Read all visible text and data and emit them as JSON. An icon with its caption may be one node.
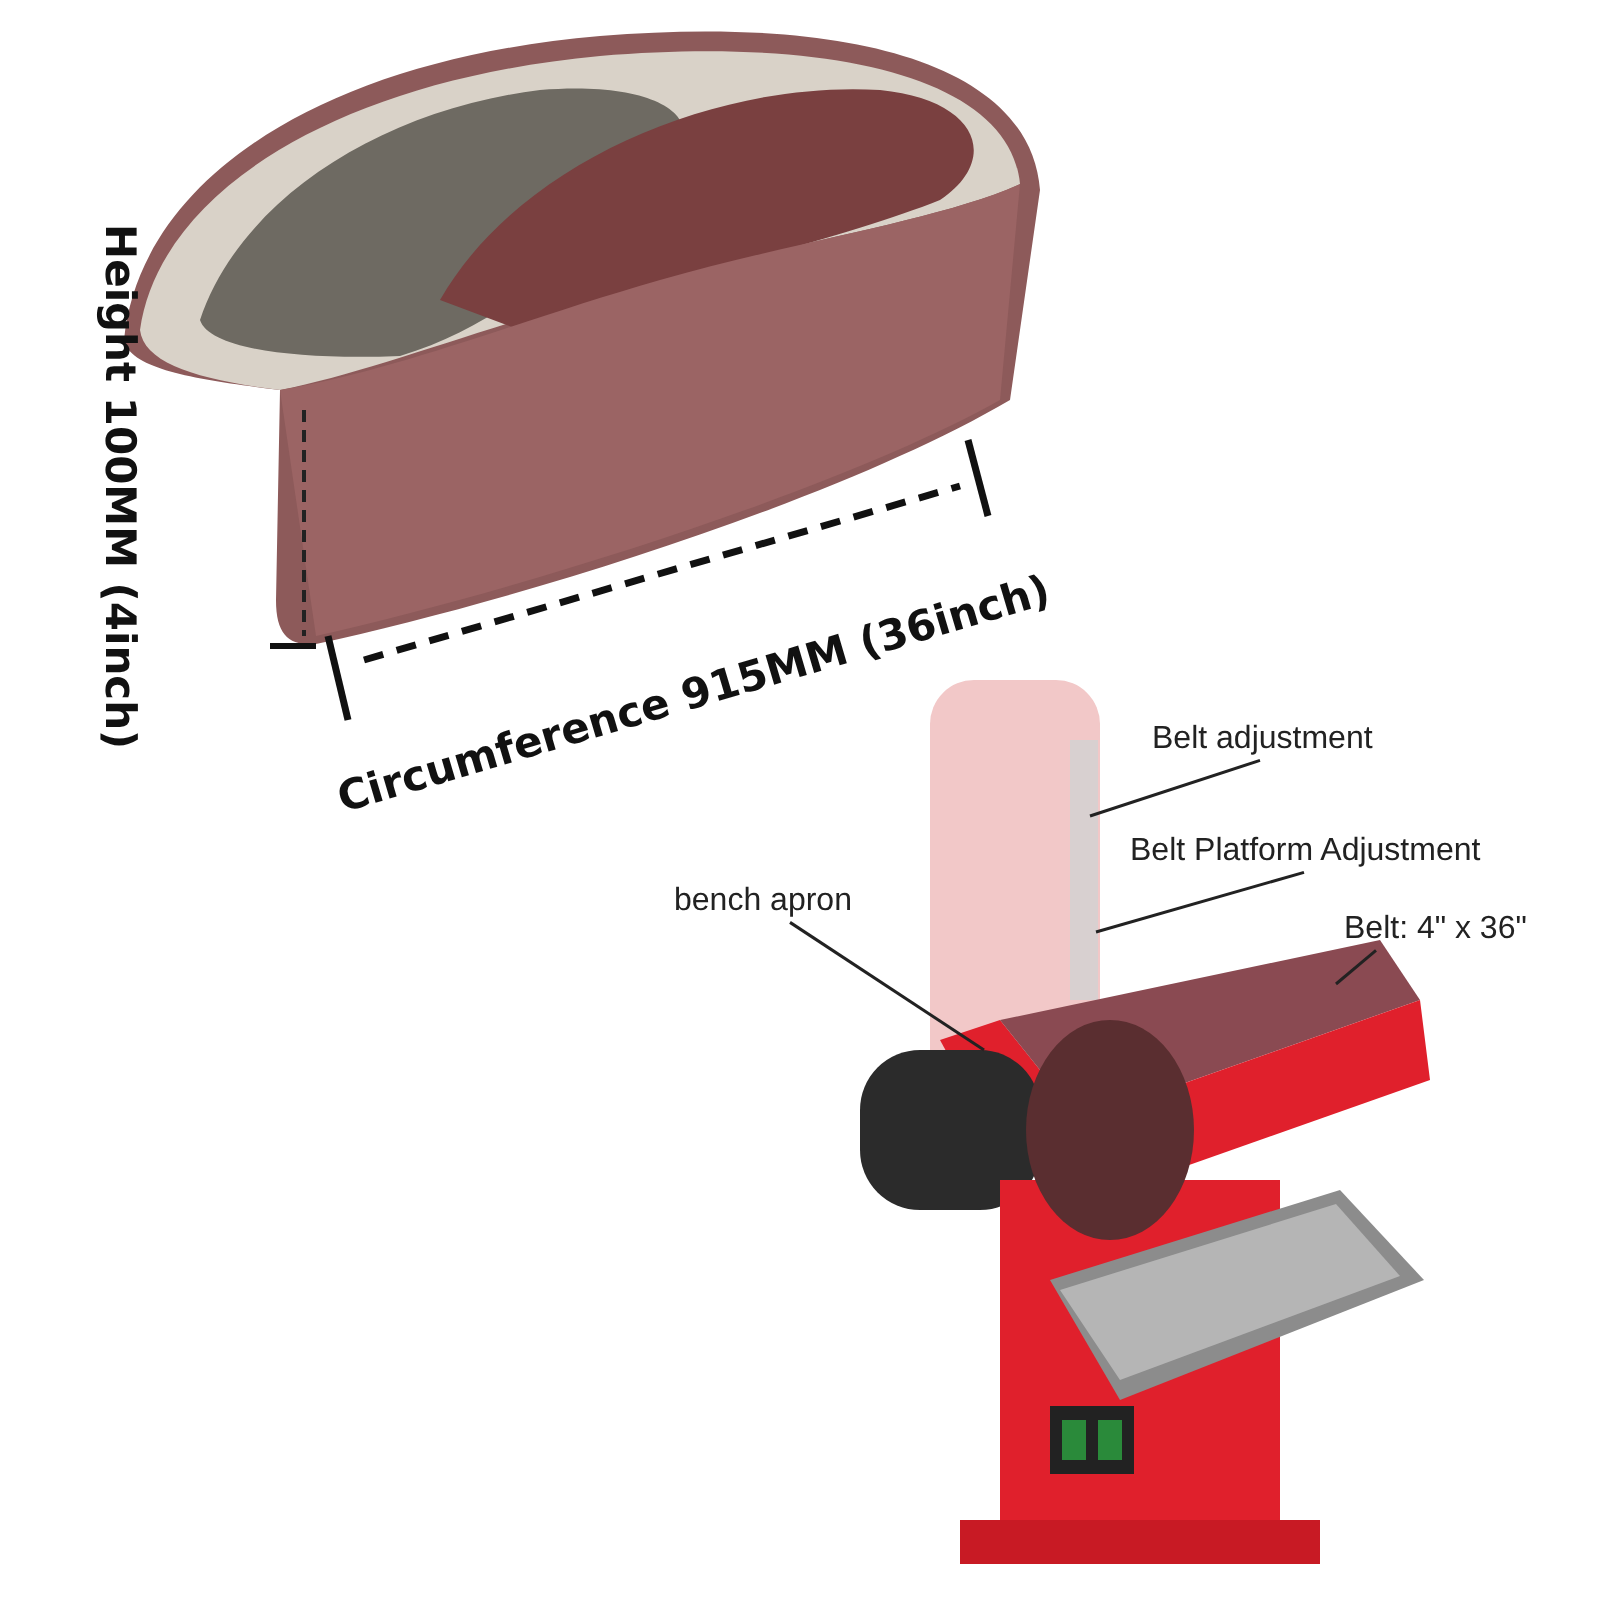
{
  "diagram": {
    "nodes": [
      {
        "text": [
          "Belt adjustment"
        ]
      },
      {
        "text": [
          "Belt Platform Adjustment"
        ]
      },
      {
        "text": [
          "bench apron"
        ]
      },
      {
        "text": [
          "Belt: 4\" x 36\""
        ]
      }
    ],
    "edges": [
      {
        "from": 0,
        "to": null,
        "arrow": "none"
      },
      {
        "from": 1,
        "to": null,
        "arrow": "none"
      },
      {
        "from": 2,
        "to": null,
        "arrow": "none"
      },
      {
        "from": 3,
        "to": null,
        "arrow": "none"
      }
    ],
    "labels": [
      "Height 100MM (4inch)",
      "Circumference 915MM (36inch)"
    ]
  }
}
